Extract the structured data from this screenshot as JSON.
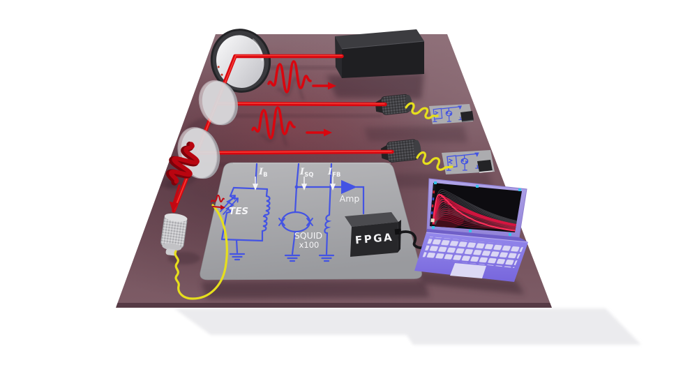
{
  "circuit": {
    "bias_current": {
      "symbol": "I",
      "subscript": "B"
    },
    "squid_current": {
      "symbol": "I",
      "subscript": "SQ"
    },
    "feedback_current": {
      "symbol": "I",
      "subscript": "FB"
    },
    "tes_label": "TES",
    "squid_label": "SQUID",
    "squid_gain": "x100",
    "amp_label": "Amp",
    "fpga_label": "FPGA"
  },
  "colors": {
    "beam_red": "#d9060f",
    "beam_core": "#ff5144",
    "circuit_blue": "#4353e4",
    "fiber_yellow": "#e6df1d",
    "table_mauve": "#6e4954",
    "board_gray": "#aaaaae",
    "laptop_purple": "#8678e2",
    "screen_trace_red": "#d81540",
    "screen_trace_gray": "#4c4c52",
    "marker_cyan": "#35c3e8"
  }
}
